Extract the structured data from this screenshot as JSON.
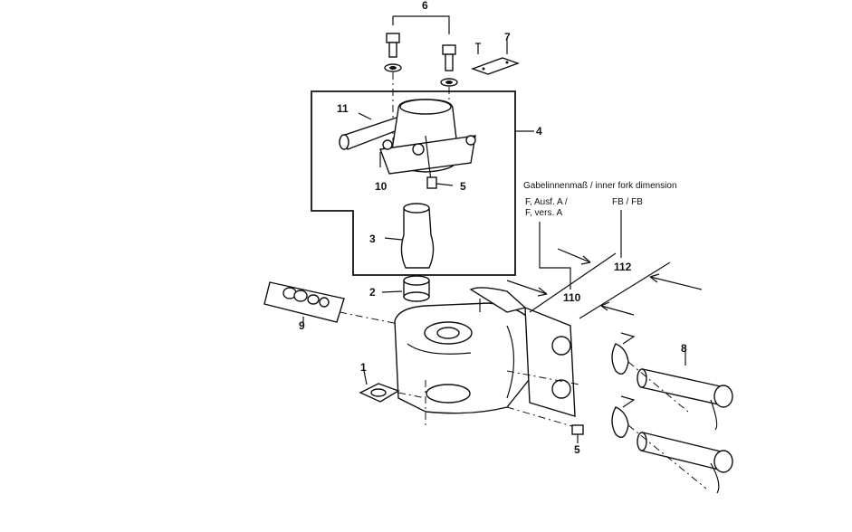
{
  "labels": {
    "p1": "1",
    "p2": "2",
    "p3": "3",
    "p4": "4",
    "p5a": "5",
    "p5b": "5",
    "p6": "6",
    "p7": "7",
    "p8": "8",
    "p9": "9",
    "p10": "10",
    "p11": "11",
    "d110": "110",
    "d112": "112"
  },
  "notes": {
    "fork_title": "Gabelinnenmaß  / inner fork dimension",
    "fork_a_line1": "F, Ausf. A  /",
    "fork_a_line2": "F, vers. A",
    "fork_b": "FB / FB"
  }
}
